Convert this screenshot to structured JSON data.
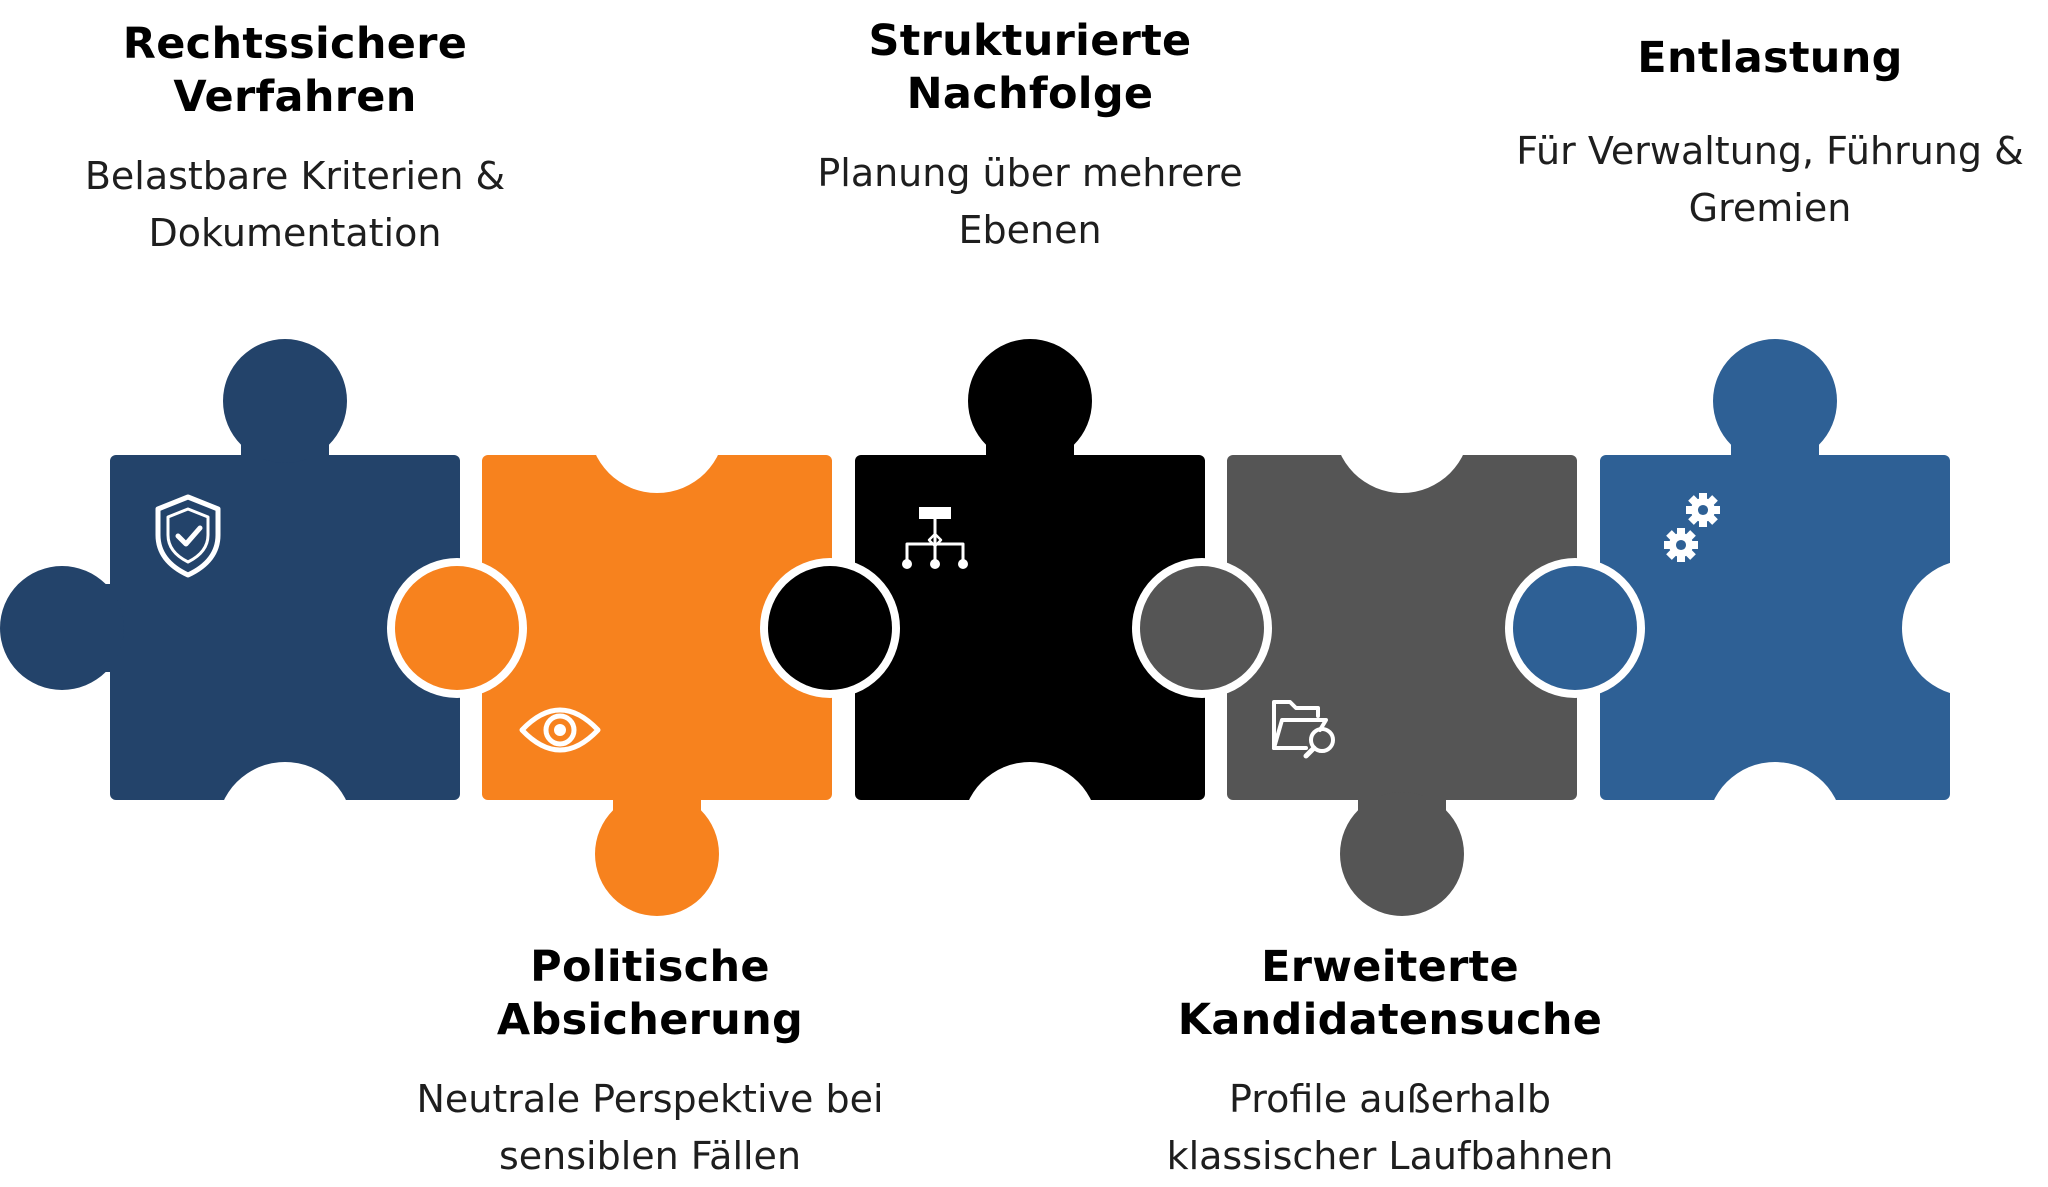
{
  "diagram": {
    "colors": {
      "navy": "#23436a",
      "orange": "#f7821e",
      "black": "#000000",
      "gray": "#555555",
      "blue": "#2e6095",
      "icon": "#ffffff",
      "body_text": "#1e1e1e"
    },
    "pieces": [
      {
        "title_lines": [
          "Rechtssichere",
          "Verfahren"
        ],
        "subtitle_lines": [
          "Belastbare Kriterien &",
          "Dokumentation"
        ],
        "color": "#23436a",
        "icon": "shield-check-icon"
      },
      {
        "title_lines": [
          "Politische",
          "Absicherung"
        ],
        "subtitle_lines": [
          "Neutrale Perspektive bei",
          "sensiblen Fällen"
        ],
        "color": "#f7821e",
        "icon": "eye-icon"
      },
      {
        "title_lines": [
          "Strukturierte",
          "Nachfolge"
        ],
        "subtitle_lines": [
          "Planung über mehrere",
          "Ebenen"
        ],
        "color": "#000000",
        "icon": "org-chart-icon"
      },
      {
        "title_lines": [
          "Erweiterte",
          "Kandidatensuche"
        ],
        "subtitle_lines": [
          "Profile außerhalb",
          "klassischer Laufbahnen"
        ],
        "color": "#555555",
        "icon": "folder-search-icon"
      },
      {
        "title_lines": [
          "Entlastung"
        ],
        "subtitle_lines": [
          "Für Verwaltung, Führung &",
          "Gremien"
        ],
        "color": "#2e6095",
        "icon": "gears-icon"
      }
    ]
  }
}
